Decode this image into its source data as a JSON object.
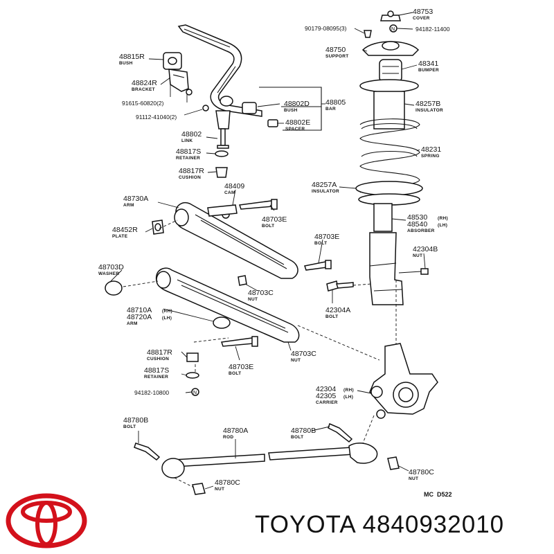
{
  "brand": {
    "name": "TOYOTA",
    "part_number": "4840932010",
    "logo_color": "#d3111b"
  },
  "diagram_code": "MC  D522",
  "parts": [
    {
      "id": "p48753",
      "num": "48753",
      "name": "COVER"
    },
    {
      "id": "p90179",
      "num": "90179-08095(3)",
      "name": ""
    },
    {
      "id": "p94182a",
      "num": "94182-11400",
      "name": ""
    },
    {
      "id": "p48750",
      "num": "48750",
      "name": "SUPPORT"
    },
    {
      "id": "p48341",
      "num": "48341",
      "name": "BUMPER"
    },
    {
      "id": "p48815R",
      "num": "48815R",
      "name": "BUSH"
    },
    {
      "id": "p48824R",
      "num": "48824R",
      "name": "BRACKET"
    },
    {
      "id": "p91615",
      "num": "91615-60820(2)",
      "name": ""
    },
    {
      "id": "p91112",
      "num": "91112-41040(2)",
      "name": ""
    },
    {
      "id": "p48802D",
      "num": "48802D",
      "name": "BUSH"
    },
    {
      "id": "p48805",
      "num": "48805",
      "name": "BAR"
    },
    {
      "id": "p48802E",
      "num": "48802E",
      "name": "SPACER"
    },
    {
      "id": "p48257B",
      "num": "48257B",
      "name": "INSULATOR"
    },
    {
      "id": "p48802",
      "num": "48802",
      "name": "LINK"
    },
    {
      "id": "p48817S_top",
      "num": "48817S",
      "name": "RETAINER"
    },
    {
      "id": "p48231",
      "num": "48231",
      "name": "SPRING"
    },
    {
      "id": "p48817R_top",
      "num": "48817R",
      "name": "CUSHION"
    },
    {
      "id": "p48409",
      "num": "48409",
      "name": "CAM"
    },
    {
      "id": "p48257A",
      "num": "48257A",
      "name": "INSULATOR"
    },
    {
      "id": "p48730A",
      "num": "48730A",
      "name": "ARM"
    },
    {
      "id": "p48703E_a",
      "num": "48703E",
      "name": "BOLT"
    },
    {
      "id": "p48530",
      "num": "48530",
      "name": "ABSORBER",
      "rh": "(RH)"
    },
    {
      "id": "p48540",
      "num": "48540",
      "name": "",
      "lh": "(LH)"
    },
    {
      "id": "p48452R",
      "num": "48452R",
      "name": "PLATE"
    },
    {
      "id": "p48703E_b",
      "num": "48703E",
      "name": "BOLT"
    },
    {
      "id": "p42304B",
      "num": "42304B",
      "name": "NUT"
    },
    {
      "id": "p48703D",
      "num": "48703D",
      "name": "WASHER"
    },
    {
      "id": "p48703C_a",
      "num": "48703C",
      "name": "NUT"
    },
    {
      "id": "p42304A",
      "num": "42304A",
      "name": "BOLT"
    },
    {
      "id": "p48710A",
      "num": "48710A",
      "name": "",
      "rh": "(RH)"
    },
    {
      "id": "p48720A",
      "num": "48720A",
      "name": "ARM",
      "lh": "(LH)"
    },
    {
      "id": "p48817R_bot",
      "num": "48817R",
      "name": "CUSHION"
    },
    {
      "id": "p48703E_c",
      "num": "48703E",
      "name": "BOLT"
    },
    {
      "id": "p48703C_b",
      "num": "48703C",
      "name": "NUT"
    },
    {
      "id": "p48817S_bot",
      "num": "48817S",
      "name": "RETAINER"
    },
    {
      "id": "p42304",
      "num": "42304",
      "name": "",
      "rh": "(RH)"
    },
    {
      "id": "p42305",
      "num": "42305",
      "name": "CARRIER",
      "lh": "(LH)"
    },
    {
      "id": "p94182b",
      "num": "94182-10800",
      "name": ""
    },
    {
      "id": "p48780B_a",
      "num": "48780B",
      "name": "BOLT"
    },
    {
      "id": "p48780A",
      "num": "48780A",
      "name": "ROD"
    },
    {
      "id": "p48780B_b",
      "num": "48780B",
      "name": "BOLT"
    },
    {
      "id": "p48780C_a",
      "num": "48780C",
      "name": "NUT"
    },
    {
      "id": "p48780C_b",
      "num": "48780C",
      "name": "NUT"
    }
  ]
}
